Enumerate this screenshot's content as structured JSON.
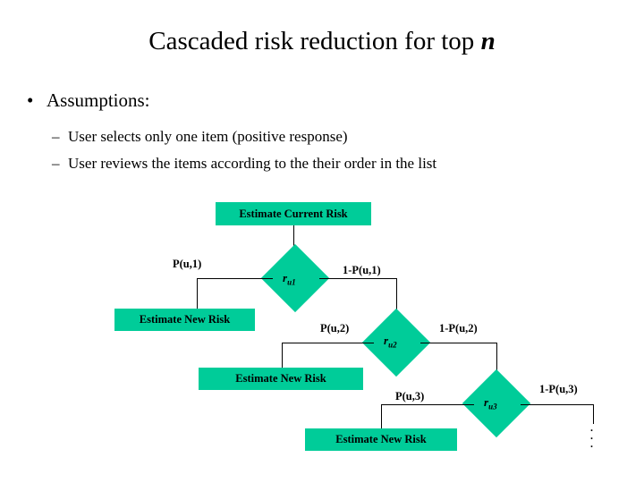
{
  "slide": {
    "title_main": "Cascaded risk reduction for top ",
    "title_italic": "n",
    "bullets": {
      "level1": "Assumptions:",
      "level2": [
        "User selects only one item (positive response)",
        "User reviews the items according to the their order in the list"
      ]
    },
    "colors": {
      "node_fill": "#00CC99",
      "text": "#000000",
      "background": "#FFFFFF"
    },
    "diagram": {
      "boxes": [
        {
          "id": "estimate-current-risk",
          "label": "Estimate Current Risk"
        },
        {
          "id": "estimate-new-risk-1",
          "label": "Estimate New Risk"
        },
        {
          "id": "estimate-new-risk-2",
          "label": "Estimate New Risk"
        },
        {
          "id": "estimate-new-risk-3",
          "label": "Estimate New Risk"
        }
      ],
      "decisions": [
        {
          "id": "decision-ru1",
          "label": "r",
          "sub": "u1"
        },
        {
          "id": "decision-ru2",
          "label": "r",
          "sub": "u2"
        },
        {
          "id": "decision-ru3",
          "label": "r",
          "sub": "u3"
        }
      ],
      "edge_labels": [
        {
          "id": "p-u-1",
          "text": "P(u,1)"
        },
        {
          "id": "one-minus-p-u-1",
          "text": "1-P(u,1)"
        },
        {
          "id": "p-u-2",
          "text": "P(u,2)"
        },
        {
          "id": "one-minus-p-u-2",
          "text": "1-P(u,2)"
        },
        {
          "id": "p-u-3",
          "text": "P(u,3)"
        },
        {
          "id": "one-minus-p-u-3",
          "text": "1-P(u,3)"
        }
      ],
      "continuation": "."
    }
  }
}
